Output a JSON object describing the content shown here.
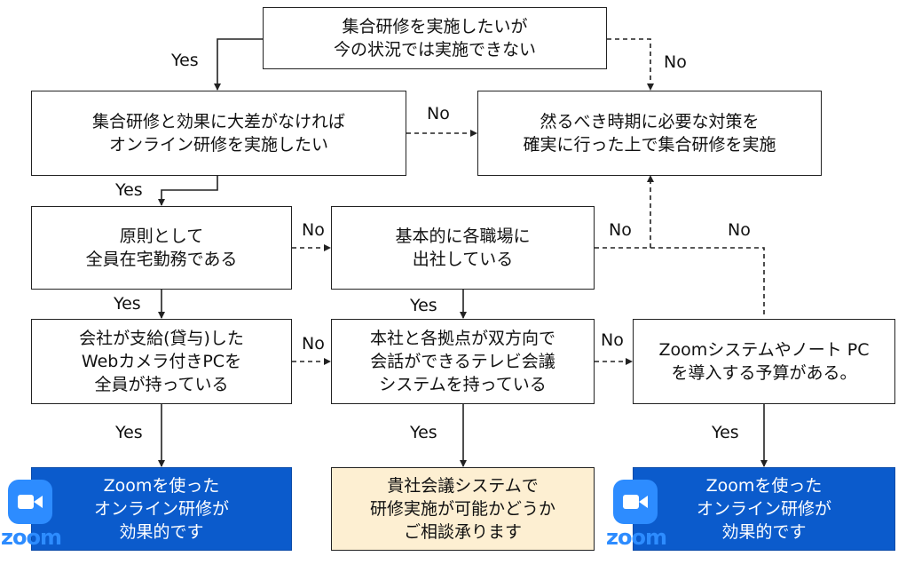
{
  "boxes": {
    "start": {
      "line1": "集合研修を実施したいが",
      "line2": "今の状況では実施できない"
    },
    "q1": {
      "line1": "集合研修と効果に大差がなければ",
      "line2": "オンライン研修を実施したい"
    },
    "necessary": {
      "line1": "然るべき時期に必要な対策を",
      "line2": "確実に行った上で集合研修を実施"
    },
    "q2": {
      "line1": "原則として",
      "line2": "全員在宅勤務である"
    },
    "q3": {
      "line1": "基本的に各職場に",
      "line2": "出社している"
    },
    "q4": {
      "line1": "会社が支給(貸与)した",
      "line2": "Webカメラ付きPCを",
      "line3": "全員が持っている"
    },
    "q5": {
      "line1": "本社と各拠点が双方向で",
      "line2": "会話ができるテレビ会議",
      "line3": "システムを持っている"
    },
    "q6": {
      "line1": "Zoomシステムやノート PC",
      "line2": "を導入する予算がある。"
    },
    "r1": {
      "line1": "Zoomを使った",
      "line2": "オンライン研修が",
      "line3": "効果的です"
    },
    "r2": {
      "line1": "貴社会議システムで",
      "line2": "研修実施が可能かどうか",
      "line3": "ご相談承ります"
    },
    "r3": {
      "line1": "Zoomを使った",
      "line2": "オンライン研修が",
      "line3": "効果的です"
    }
  },
  "labels": {
    "yes": "Yes",
    "no": "No"
  },
  "logos": {
    "zoom_word": "zoom"
  },
  "colors": {
    "result_blue": "#0b5bcc",
    "result_cream": "#fdefd2",
    "zoom_brand": "#2d8cff"
  }
}
